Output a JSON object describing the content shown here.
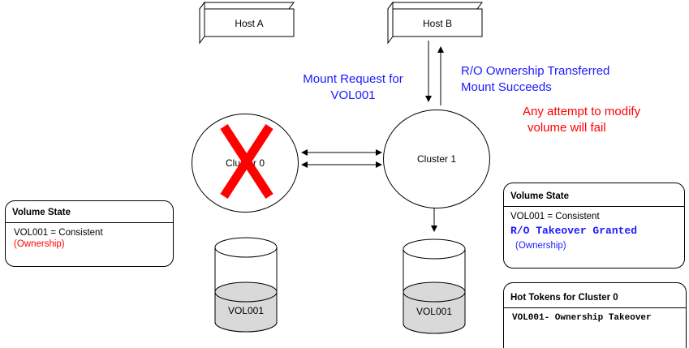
{
  "hosts": {
    "a_label": "Host A",
    "b_label": "Host B"
  },
  "clusters": {
    "c0_label": "Cluster 0",
    "c1_label": "Cluster 1"
  },
  "annotations": {
    "mount_request_line1": "Mount Request for",
    "mount_request_line2": "VOL001",
    "transferred_line1": "R/O Ownership Transferred",
    "transferred_line2": "Mount Succeeds",
    "modify_line1": "Any attempt to modify",
    "modify_line2": "volume will fail"
  },
  "left_state": {
    "title": "Volume State",
    "line1": "VOL001 = Consistent",
    "line2": "(Ownership)"
  },
  "right_state": {
    "title": "Volume State",
    "line1": "VOL001 = Consistent",
    "line2": "R/O Takeover Granted",
    "line3": "(Ownership)"
  },
  "hot_tokens": {
    "title": "Hot Tokens for Cluster 0",
    "line1": "VOL001- Ownership Takeover"
  },
  "disks": {
    "left_label": "VOL001",
    "right_label": "VOL001"
  },
  "colors": {
    "blue": "#1a1aff",
    "red": "#ff0000",
    "disk_fill": "#d9d9d9"
  }
}
